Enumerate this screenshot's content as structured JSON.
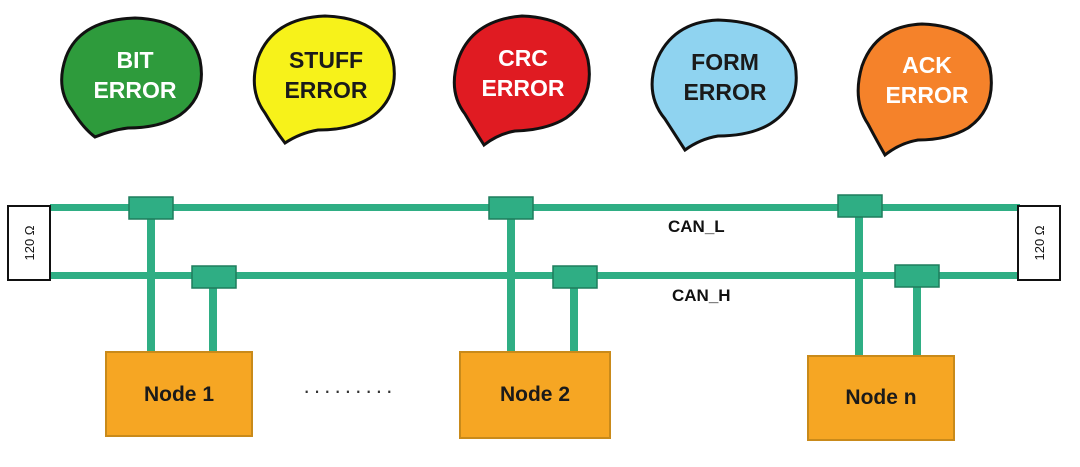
{
  "error_bubbles": [
    {
      "line1": "BIT",
      "line2": "ERROR",
      "fill": "#2e9b3c",
      "text_color": "#ffffff"
    },
    {
      "line1": "STUFF",
      "line2": "ERROR",
      "fill": "#f7f21a",
      "text_color": "#1a1a1a"
    },
    {
      "line1": "CRC",
      "line2": "ERROR",
      "fill": "#e01b22",
      "text_color": "#ffffff"
    },
    {
      "line1": "FORM",
      "line2": "ERROR",
      "fill": "#8fd3f0",
      "text_color": "#1a1a1a"
    },
    {
      "line1": "ACK",
      "line2": "ERROR",
      "fill": "#f5822a",
      "text_color": "#ffffff"
    }
  ],
  "bus": {
    "can_l_label": "CAN_L",
    "can_h_label": "CAN_H",
    "line_color": "#2fae84",
    "terminator_left": "120 Ω",
    "terminator_right": "120 Ω"
  },
  "nodes": [
    {
      "label": "Node 1"
    },
    {
      "label": "Node 2"
    },
    {
      "label": "Node n"
    }
  ],
  "ellipsis": "·········",
  "node_color": "#f6a623"
}
